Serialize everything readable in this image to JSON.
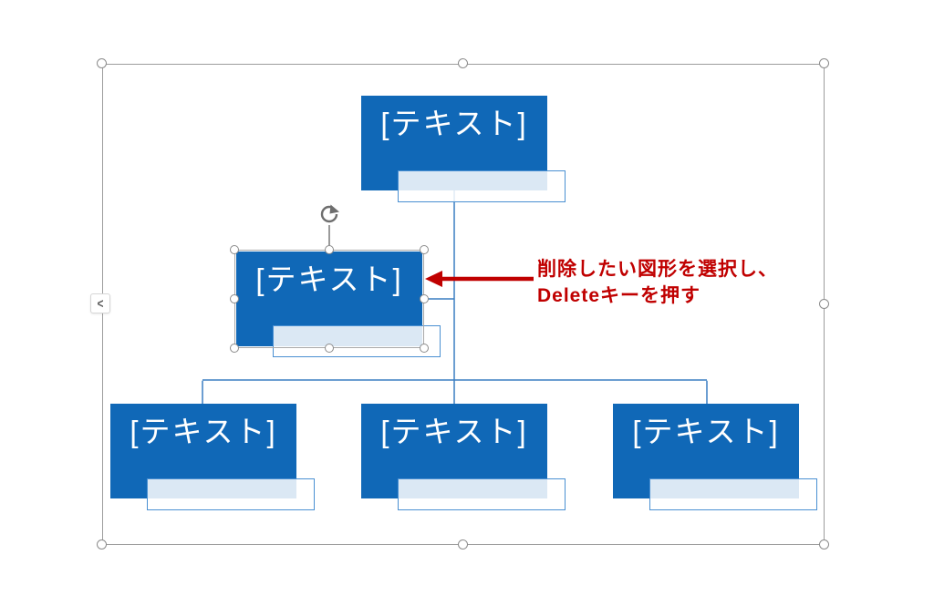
{
  "colors": {
    "node_fill": "#1068b7",
    "node_text": "#ffffff",
    "subtitle_border": "#4a90d2",
    "connector": "#3a7ec2",
    "annotation": "#c00000",
    "frame": "#9d9d9d",
    "handle_ring": "#8b8b8b"
  },
  "nodes": {
    "top": {
      "label": "[テキスト]",
      "selected": false
    },
    "assistant": {
      "label": "[テキスト]",
      "selected": true
    },
    "child1": {
      "label": "[テキスト]",
      "selected": false
    },
    "child2": {
      "label": "[テキスト]",
      "selected": false
    },
    "child3": {
      "label": "[テキスト]",
      "selected": false
    }
  },
  "annotation": {
    "line1": "削除したい図形を選択し、",
    "line2": "Deleteキーを押す"
  },
  "text_pane_toggle": {
    "chevron": "<"
  }
}
